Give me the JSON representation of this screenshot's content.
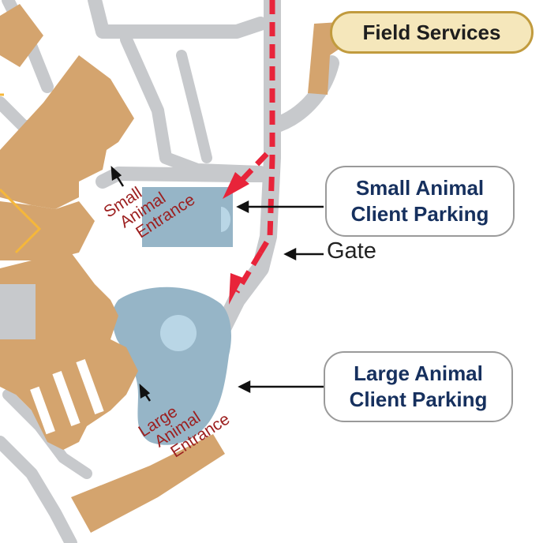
{
  "labels": {
    "field_services": "Field Services",
    "small_animal_parking": [
      "Small Animal",
      "Client Parking"
    ],
    "large_animal_parking": [
      "Large Animal",
      "Client Parking"
    ],
    "gate": "Gate",
    "small_animal_entrance": [
      "Small",
      "Animal",
      "Entrance"
    ],
    "large_animal_entrance": [
      "Large",
      "Animal",
      "Entrance"
    ]
  },
  "colors": {
    "building": "#d4a46e",
    "road": "#c7c9cc",
    "parking": "#96b5c7",
    "route": "#e8243a",
    "entrance_text": "#9c1f1f",
    "callout_text": "#16305e",
    "field_services_fill": "#f5e7bb",
    "field_services_border": "#c19b3e"
  }
}
